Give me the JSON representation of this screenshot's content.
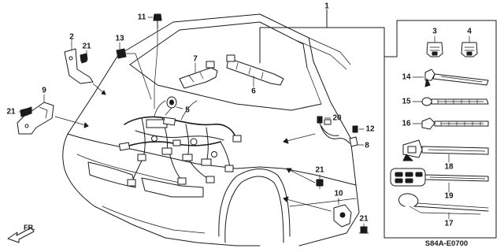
{
  "diagram": {
    "code": "S84A-E0700",
    "direction": "FR.",
    "callouts": [
      {
        "id": "c1",
        "label": "1"
      },
      {
        "id": "c2",
        "label": "2"
      },
      {
        "id": "c3",
        "label": "3"
      },
      {
        "id": "c4",
        "label": "4"
      },
      {
        "id": "c5",
        "label": "5"
      },
      {
        "id": "c6",
        "label": "6"
      },
      {
        "id": "c7",
        "label": "7"
      },
      {
        "id": "c8",
        "label": "8"
      },
      {
        "id": "c9",
        "label": "9"
      },
      {
        "id": "c10",
        "label": "10"
      },
      {
        "id": "c11",
        "label": "11"
      },
      {
        "id": "c12",
        "label": "12"
      },
      {
        "id": "c13",
        "label": "13"
      },
      {
        "id": "c14",
        "label": "14"
      },
      {
        "id": "c15",
        "label": "15"
      },
      {
        "id": "c16",
        "label": "16"
      },
      {
        "id": "c17",
        "label": "17"
      },
      {
        "id": "c18",
        "label": "18"
      },
      {
        "id": "c19",
        "label": "19"
      },
      {
        "id": "c20",
        "label": "20"
      },
      {
        "id": "c21a",
        "label": "21"
      },
      {
        "id": "c21b",
        "label": "21"
      },
      {
        "id": "c21c",
        "label": "21"
      },
      {
        "id": "c21d",
        "label": "21"
      }
    ]
  }
}
